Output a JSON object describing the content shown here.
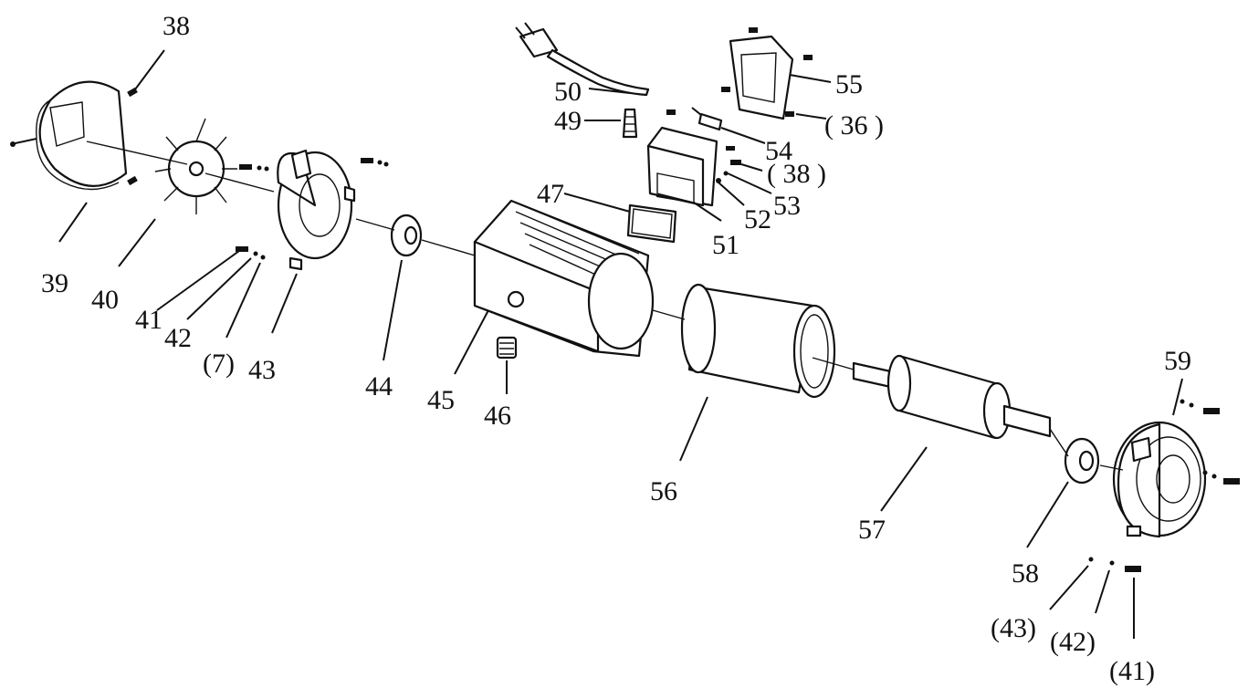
{
  "colors": {
    "ink": "#111111",
    "paper": "#ffffff"
  },
  "labels": {
    "l38": "38",
    "l39": "39",
    "l40": "40",
    "l41": "41",
    "l42": "42",
    "l7": "(7)",
    "l43": "43",
    "l44": "44",
    "l45": "45",
    "l46": "46",
    "l47": "47",
    "l49": "49",
    "l50": "50",
    "l51": "51",
    "l52": "52",
    "l53": "53",
    "l54": "54",
    "l55": "55",
    "l36": "( 36 )",
    "l38b": "( 38 )",
    "l56": "56",
    "l57": "57",
    "l58": "58",
    "l59": "59",
    "l43b": "(43)",
    "l42b": "(42)",
    "l41b": "(41)"
  }
}
